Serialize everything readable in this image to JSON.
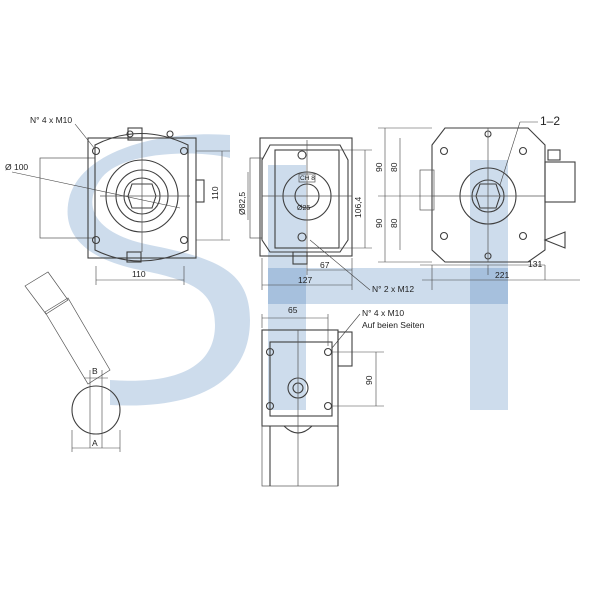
{
  "colors": {
    "line": "#3f3f3f",
    "watermark": "#1c5ea8",
    "background": "#ffffff"
  },
  "watermark": {
    "text": "SH"
  },
  "labels": {
    "bolts_front": "N° 4 x M10",
    "dia_front": "Ø 100",
    "dim_110_h": "110",
    "dim_110_v": "110",
    "dia_825": "Ø82,5",
    "dia_25": "Ø25",
    "key": "CH 8",
    "dim_1064": "106,4",
    "dim_67": "67",
    "dim_127": "127",
    "bolts_side": "N° 2 x M12",
    "dim_90_a": "90",
    "dim_80_a": "80",
    "dim_90_b": "90",
    "dim_80_b": "80",
    "ratio": "1–2",
    "dim_131": "131",
    "dim_221": "221",
    "dim_65": "65",
    "bolts_bottom": "N° 4 x M10",
    "both_sides": "Auf beien Seiten",
    "dim_90_c": "90",
    "shaft_b": "B",
    "shaft_a": "A"
  }
}
